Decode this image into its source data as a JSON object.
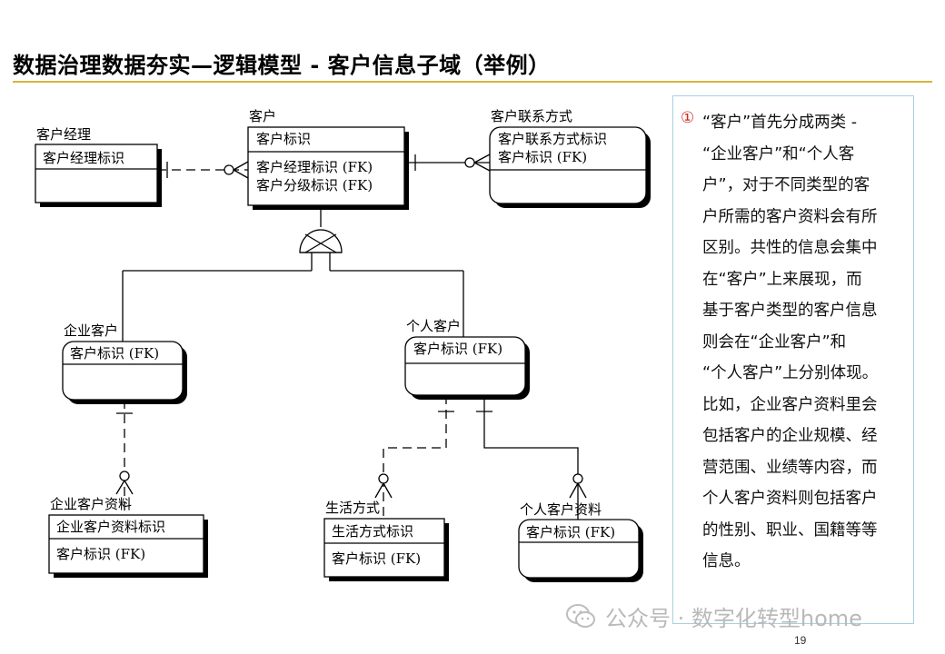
{
  "slide": {
    "title": "数据治理数据夯实—逻辑模型 - 客户信息子域（举例）",
    "page_number": "19"
  },
  "entities": {
    "manager": {
      "name": "客户经理",
      "keys": [
        "客户经理标识"
      ],
      "attrs": []
    },
    "customer": {
      "name": "客户",
      "keys": [
        "客户标识"
      ],
      "attrs": [
        "客户经理标识 (FK)",
        "客户分级标识 (FK)"
      ]
    },
    "contact": {
      "name": "客户联系方式",
      "keys": [
        "客户联系方式标识",
        "客户标识 (FK)"
      ],
      "attrs": []
    },
    "enterprise": {
      "name": "企业客户",
      "keys": [
        "客户标识 (FK)"
      ],
      "attrs": []
    },
    "personal": {
      "name": "个人客户",
      "keys": [
        "客户标识 (FK)"
      ],
      "attrs": []
    },
    "ent_profile": {
      "name": "企业客户资料",
      "keys": [
        "企业客户资料标识"
      ],
      "attrs": [
        "客户标识 (FK)"
      ]
    },
    "lifestyle": {
      "name": "生活方式",
      "keys": [
        "生活方式标识"
      ],
      "attrs": [
        "客户标识 (FK)"
      ]
    },
    "per_profile": {
      "name": "个人客户资料",
      "keys": [
        "客户标识 (FK)"
      ],
      "attrs": []
    }
  },
  "note": {
    "marker": "①",
    "lines": [
      "“客户”首先分成两类 -",
      "“企业客户”和“个人客",
      "户”，对于不同类型的客",
      "户所需的客户资料会有所",
      "区别。共性的信息会集中",
      "在“客户”上来展现，而",
      "基于客户类型的客户信息",
      "则会在“企业客户”和",
      "“个人客户”上分别体现。",
      "比如，企业客户资料里会",
      "包括客户的企业规模、经",
      "营范围、业绩等内容，而",
      "个人客户资料则包括客户",
      "的性别、职业、国籍等等",
      "信息。"
    ]
  },
  "watermark": {
    "text": "公众号 · 数字化转型home"
  },
  "colors": {
    "title_rule": "#d9b43c",
    "note_border": "#a9d0e3",
    "marker": "#d0281e",
    "watermark": "#b9b9b9"
  }
}
